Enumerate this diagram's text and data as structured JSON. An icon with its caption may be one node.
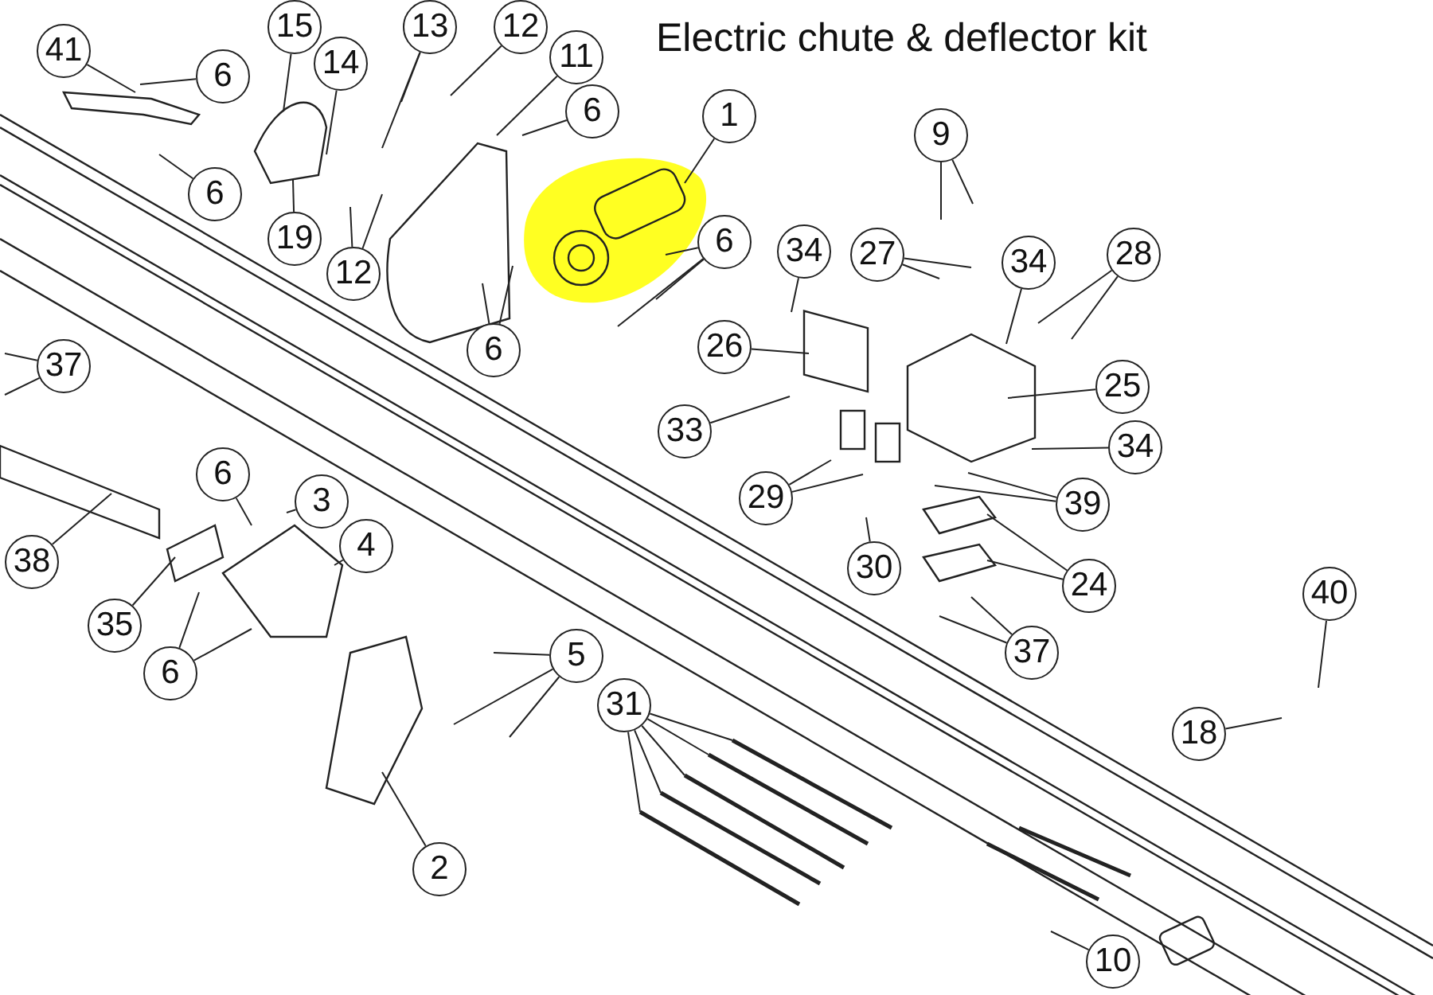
{
  "diagram": {
    "title": "Electric chute & deflector kit",
    "nodes": [
      {
        "text": [
          "41"
        ]
      },
      {
        "text": [
          "6"
        ]
      },
      {
        "text": [
          "15"
        ]
      },
      {
        "text": [
          "14"
        ]
      },
      {
        "text": [
          "13"
        ]
      },
      {
        "text": [
          "12"
        ]
      },
      {
        "text": [
          "11"
        ]
      },
      {
        "text": [
          "6"
        ]
      },
      {
        "text": [
          "1"
        ]
      },
      {
        "text": [
          "6"
        ]
      },
      {
        "text": [
          "19"
        ]
      },
      {
        "text": [
          "12"
        ]
      },
      {
        "text": [
          "6"
        ]
      },
      {
        "text": [
          "6"
        ]
      },
      {
        "text": [
          "34"
        ]
      },
      {
        "text": [
          "27"
        ]
      },
      {
        "text": [
          "9"
        ]
      },
      {
        "text": [
          "34"
        ]
      },
      {
        "text": [
          "28"
        ]
      },
      {
        "text": [
          "26"
        ]
      },
      {
        "text": [
          "25"
        ]
      },
      {
        "text": [
          "33"
        ]
      },
      {
        "text": [
          "34"
        ]
      },
      {
        "text": [
          "29"
        ]
      },
      {
        "text": [
          "39"
        ]
      },
      {
        "text": [
          "30"
        ]
      },
      {
        "text": [
          "24"
        ]
      },
      {
        "text": [
          "37"
        ]
      },
      {
        "text": [
          "40"
        ]
      },
      {
        "text": [
          "18"
        ]
      },
      {
        "text": [
          "37"
        ]
      },
      {
        "text": [
          "6"
        ]
      },
      {
        "text": [
          "3"
        ]
      },
      {
        "text": [
          "4"
        ]
      },
      {
        "text": [
          "38"
        ]
      },
      {
        "text": [
          "35"
        ]
      },
      {
        "text": [
          "6"
        ]
      },
      {
        "text": [
          "5"
        ]
      },
      {
        "text": [
          "31"
        ]
      },
      {
        "text": [
          "2"
        ]
      },
      {
        "text": [
          "10"
        ]
      }
    ],
    "edges": [
      {
        "from": 0,
        "to": null,
        "arrow": "none"
      },
      {
        "from": 1,
        "to": null,
        "arrow": "none"
      },
      {
        "from": 2,
        "to": null,
        "arrow": "none"
      },
      {
        "from": 3,
        "to": null,
        "arrow": "none"
      },
      {
        "from": 4,
        "to": null,
        "arrow": "none"
      },
      {
        "from": 4,
        "to": null,
        "arrow": "none"
      },
      {
        "from": 5,
        "to": null,
        "arrow": "none"
      },
      {
        "from": 6,
        "to": null,
        "arrow": "none"
      },
      {
        "from": 7,
        "to": null,
        "arrow": "none"
      },
      {
        "from": 8,
        "to": null,
        "arrow": "none"
      },
      {
        "from": 9,
        "to": null,
        "arrow": "none"
      },
      {
        "from": 10,
        "to": null,
        "arrow": "none"
      },
      {
        "from": 11,
        "to": null,
        "arrow": "none"
      },
      {
        "from": 11,
        "to": null,
        "arrow": "none"
      },
      {
        "from": 12,
        "to": null,
        "arrow": "none"
      },
      {
        "from": 12,
        "to": null,
        "arrow": "none"
      },
      {
        "from": 13,
        "to": null,
        "arrow": "none"
      },
      {
        "from": 13,
        "to": null,
        "arrow": "none"
      },
      {
        "from": 13,
        "to": null,
        "arrow": "none"
      },
      {
        "from": 14,
        "to": null,
        "arrow": "none"
      },
      {
        "from": 15,
        "to": null,
        "arrow": "none"
      },
      {
        "from": 15,
        "to": null,
        "arrow": "none"
      },
      {
        "from": 16,
        "to": null,
        "arrow": "none"
      },
      {
        "from": 16,
        "to": null,
        "arrow": "none"
      },
      {
        "from": 17,
        "to": null,
        "arrow": "none"
      },
      {
        "from": 18,
        "to": null,
        "arrow": "none"
      },
      {
        "from": 18,
        "to": null,
        "arrow": "none"
      },
      {
        "from": 19,
        "to": null,
        "arrow": "none"
      },
      {
        "from": 20,
        "to": null,
        "arrow": "none"
      },
      {
        "from": 21,
        "to": null,
        "arrow": "none"
      },
      {
        "from": 22,
        "to": null,
        "arrow": "none"
      },
      {
        "from": 23,
        "to": null,
        "arrow": "none"
      },
      {
        "from": 23,
        "to": null,
        "arrow": "none"
      },
      {
        "from": 24,
        "to": null,
        "arrow": "none"
      },
      {
        "from": 24,
        "to": null,
        "arrow": "none"
      },
      {
        "from": 25,
        "to": null,
        "arrow": "none"
      },
      {
        "from": 26,
        "to": null,
        "arrow": "none"
      },
      {
        "from": 26,
        "to": null,
        "arrow": "none"
      },
      {
        "from": 27,
        "to": null,
        "arrow": "none"
      },
      {
        "from": 27,
        "to": null,
        "arrow": "none"
      },
      {
        "from": 28,
        "to": null,
        "arrow": "none"
      },
      {
        "from": 29,
        "to": null,
        "arrow": "none"
      },
      {
        "from": 30,
        "to": null,
        "arrow": "none"
      },
      {
        "from": 30,
        "to": null,
        "arrow": "none"
      },
      {
        "from": 31,
        "to": null,
        "arrow": "none"
      },
      {
        "from": 32,
        "to": null,
        "arrow": "none"
      },
      {
        "from": 33,
        "to": null,
        "arrow": "none"
      },
      {
        "from": 34,
        "to": null,
        "arrow": "none"
      },
      {
        "from": 35,
        "to": null,
        "arrow": "none"
      },
      {
        "from": 36,
        "to": null,
        "arrow": "none"
      },
      {
        "from": 36,
        "to": null,
        "arrow": "none"
      },
      {
        "from": 37,
        "to": null,
        "arrow": "none"
      },
      {
        "from": 37,
        "to": null,
        "arrow": "none"
      },
      {
        "from": 37,
        "to": null,
        "arrow": "none"
      },
      {
        "from": 38,
        "to": null,
        "arrow": "none"
      },
      {
        "from": 38,
        "to": null,
        "arrow": "none"
      },
      {
        "from": 38,
        "to": null,
        "arrow": "none"
      },
      {
        "from": 38,
        "to": null,
        "arrow": "none"
      },
      {
        "from": 38,
        "to": null,
        "arrow": "none"
      },
      {
        "from": 39,
        "to": null,
        "arrow": "none"
      },
      {
        "from": 40,
        "to": null,
        "arrow": "none"
      }
    ]
  }
}
